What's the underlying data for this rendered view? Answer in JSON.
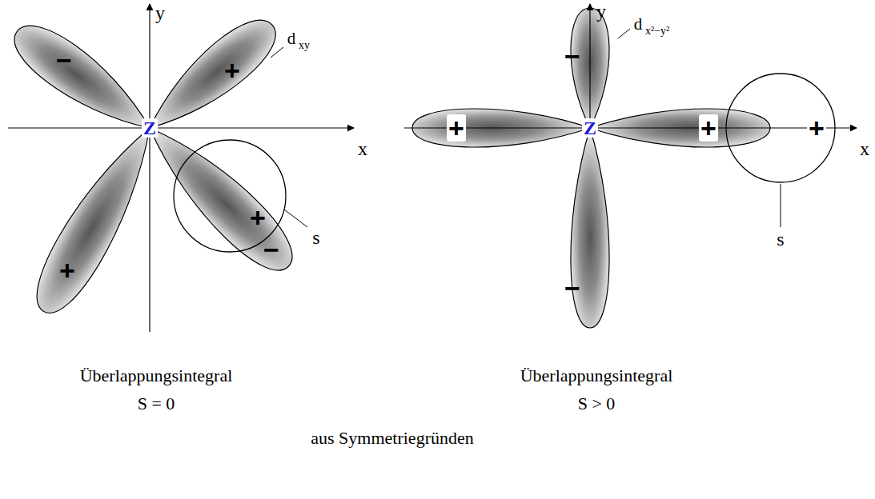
{
  "diagram": {
    "labels": [
      "y",
      "x",
      "−",
      "+",
      "+",
      "+",
      "−",
      "Z",
      "d",
      "xy",
      "s",
      "y",
      "x",
      "−",
      "+",
      "+",
      "+",
      "−",
      "Z",
      "d",
      "x²−y²",
      "s",
      "Überlappungsintegral",
      "S = 0",
      "Überlappungsintegral",
      "S > 0",
      "aus Symmetriegründen"
    ]
  }
}
